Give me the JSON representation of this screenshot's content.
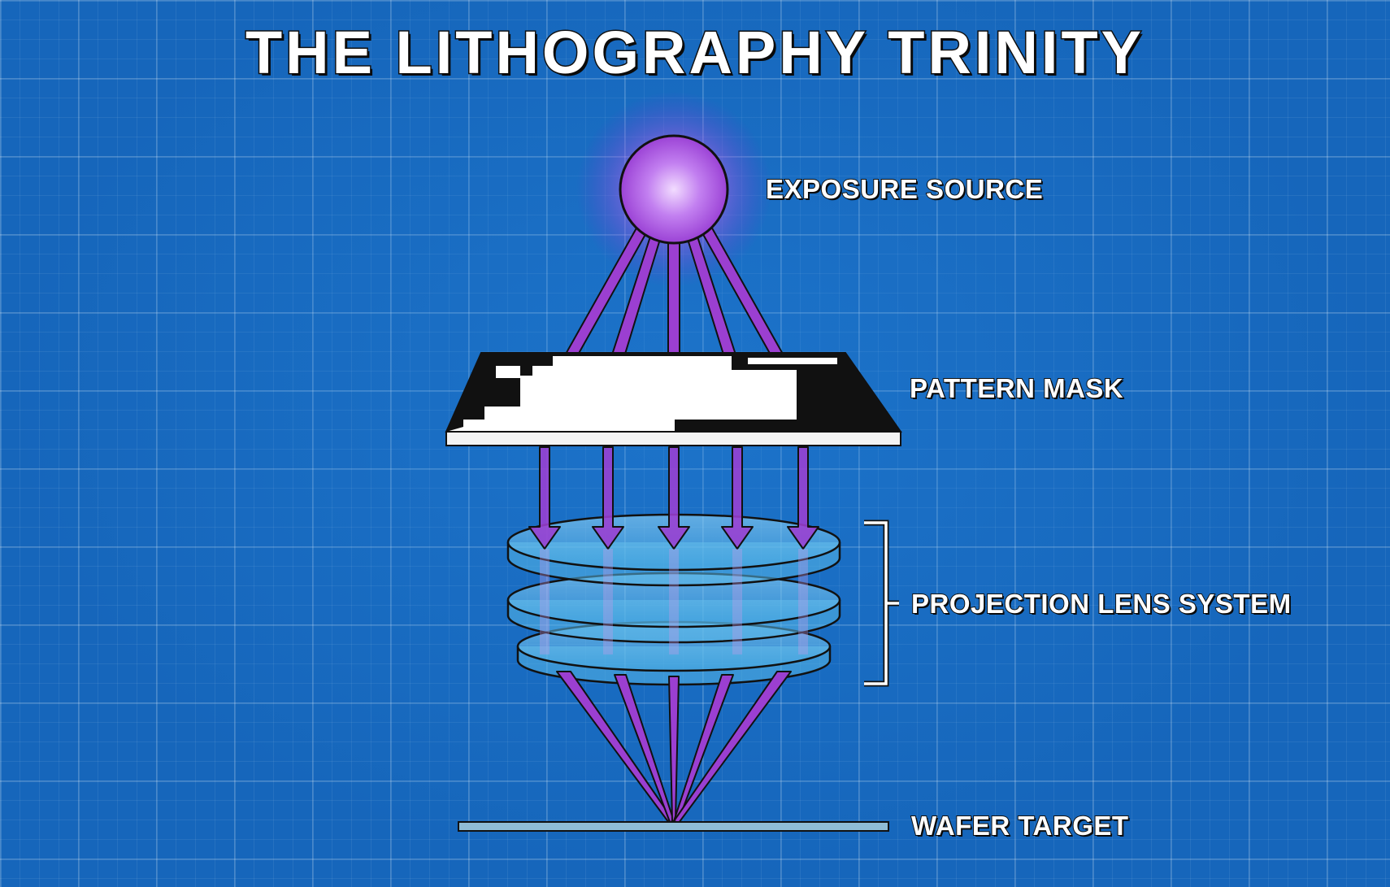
{
  "title": "THE LITHOGRAPHY TRINITY",
  "labels": {
    "exposure_source": "EXPOSURE SOURCE",
    "pattern_mask": "PATTERN MASK",
    "projection_lens_system": "PROJECTION LENS SYSTEM",
    "wafer_target": "WAFER TARGET"
  },
  "colors": {
    "background": "#1666bb",
    "light_ray": "#9b3fd1",
    "source_sphere": "#b56ee6",
    "lens": "#6ec8ef",
    "wafer": "#8fbcd6"
  }
}
